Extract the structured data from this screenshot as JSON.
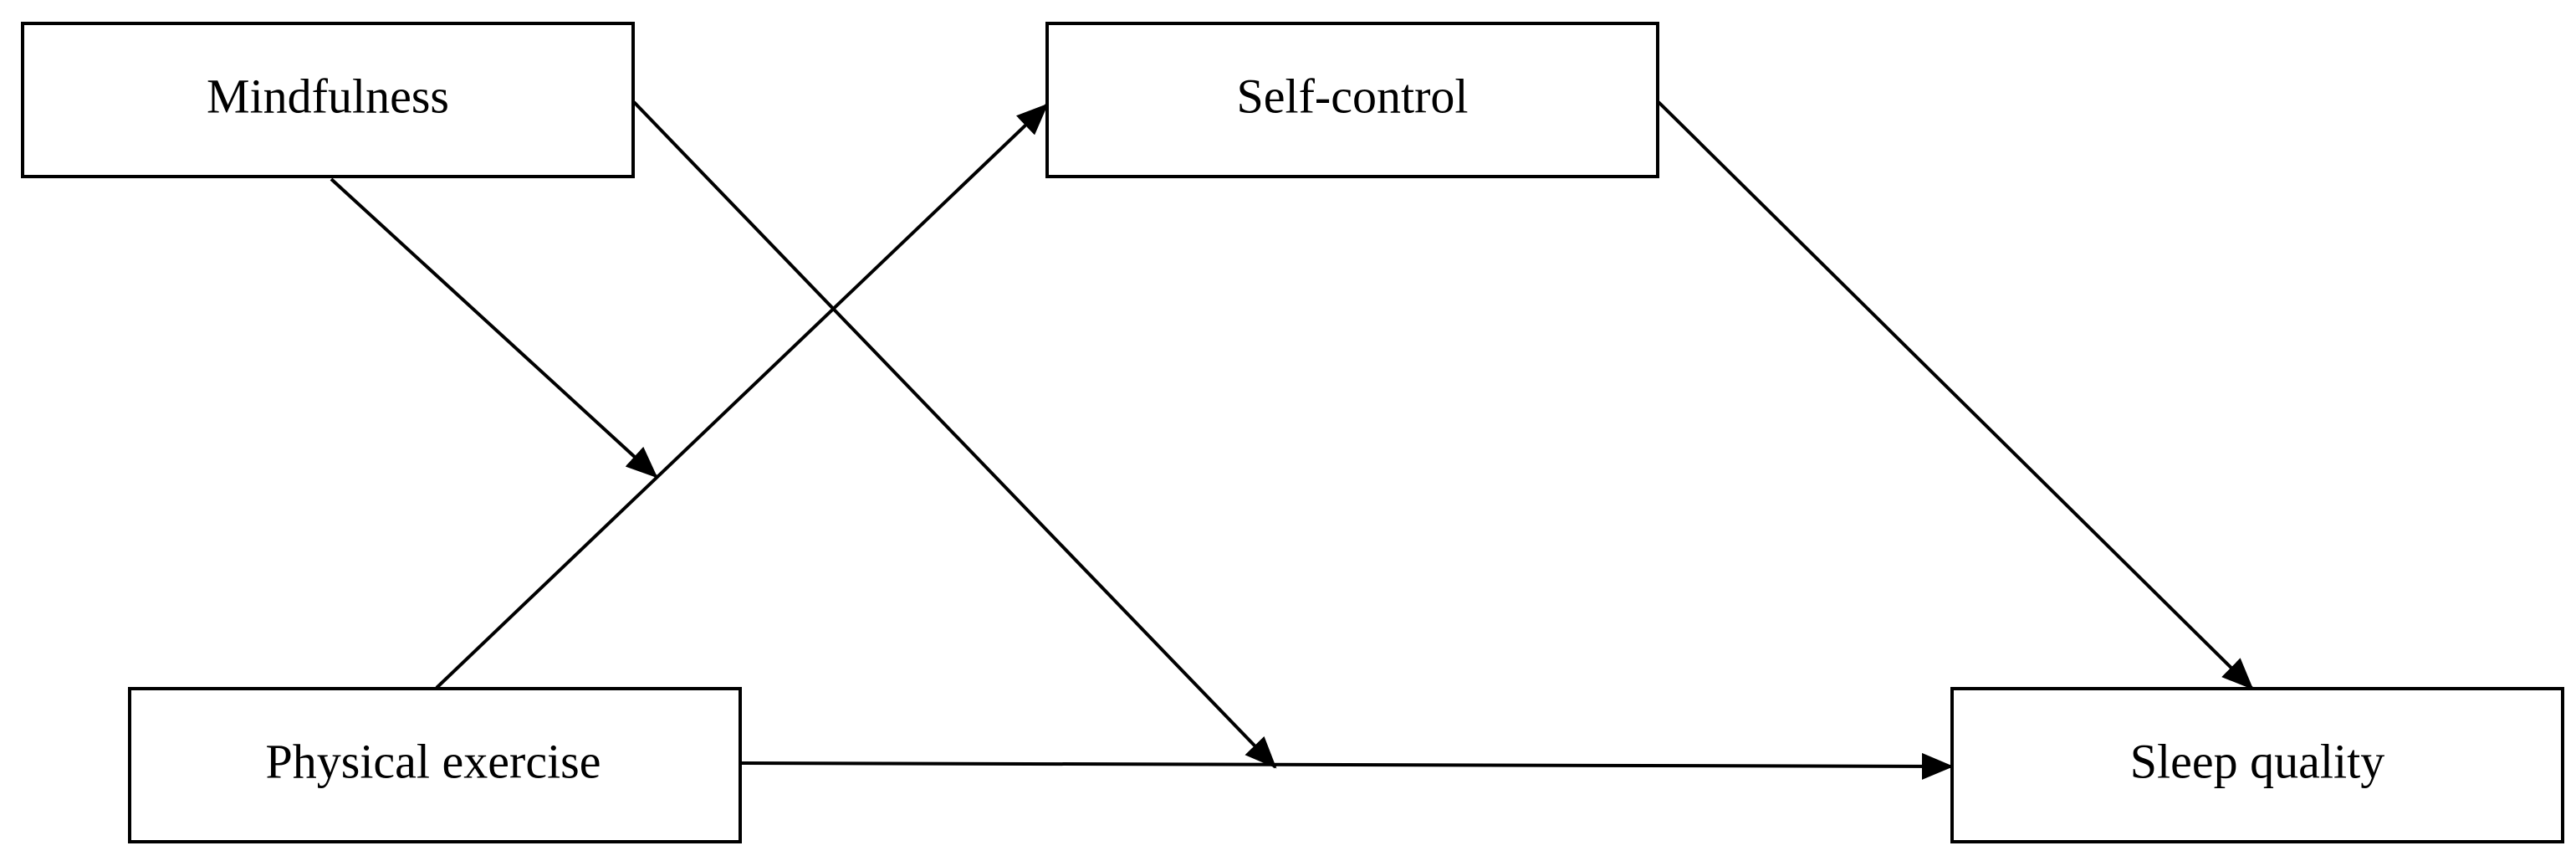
{
  "diagram": {
    "type": "moderated-mediation-model",
    "nodes": {
      "mindfulness": {
        "label": "Mindfulness"
      },
      "self_control": {
        "label": "Self-control"
      },
      "physical_exercise": {
        "label": "Physical exercise"
      },
      "sleep_quality": {
        "label": "Sleep quality"
      }
    },
    "edges": [
      {
        "from": "physical_exercise",
        "to": "self_control",
        "kind": "path"
      },
      {
        "from": "self_control",
        "to": "sleep_quality",
        "kind": "path"
      },
      {
        "from": "physical_exercise",
        "to": "sleep_quality",
        "kind": "path"
      },
      {
        "from": "mindfulness",
        "to": "path:physical_exercise->self_control",
        "kind": "moderation"
      },
      {
        "from": "mindfulness",
        "to": "path:physical_exercise->sleep_quality",
        "kind": "moderation"
      }
    ],
    "colors": {
      "stroke": "#000000",
      "background": "#ffffff"
    }
  }
}
